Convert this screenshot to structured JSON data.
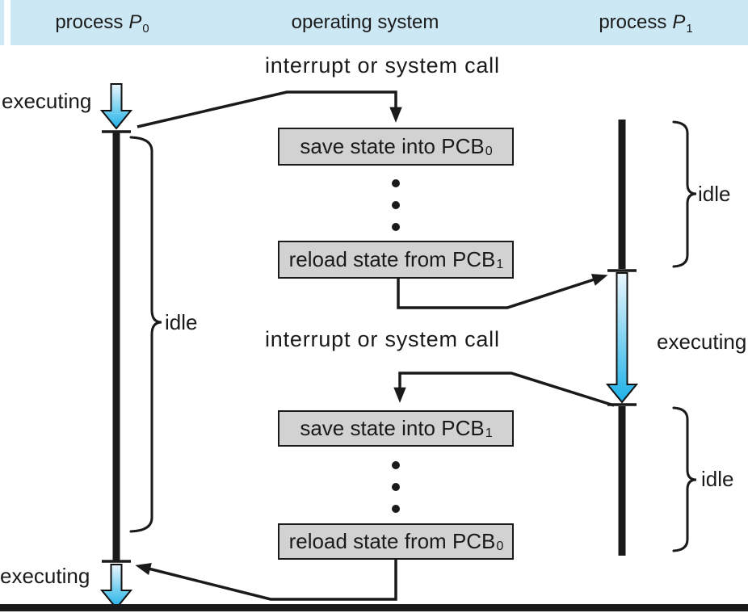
{
  "header": {
    "left": {
      "prefix": "process",
      "symbol": "P",
      "subscript": "0"
    },
    "center": "operating system",
    "right": {
      "prefix": "process",
      "symbol": "P",
      "subscript": "1"
    }
  },
  "labels": {
    "interrupt_top": "interrupt or system call",
    "interrupt_mid": "interrupt or system call",
    "executing_p0_top": "executing",
    "executing_p1": "executing",
    "executing_p0_bottom": "executing",
    "idle_p0": "idle",
    "idle_p1_top": "idle",
    "idle_p1_bottom": "idle"
  },
  "boxes": [
    {
      "text": "save state into PCB",
      "subscript": "0"
    },
    {
      "text": "reload state from PCB",
      "subscript": "1"
    },
    {
      "text": "save state into PCB",
      "subscript": "1"
    },
    {
      "text": "reload state from PCB",
      "subscript": "0"
    }
  ],
  "colors": {
    "header_blue": "#cde8f5",
    "box_gray": "#d2d2d2",
    "ink": "#1a1a1a",
    "arrow_light": "#eaf6fc",
    "arrow_cyan": "#1db1e8"
  }
}
